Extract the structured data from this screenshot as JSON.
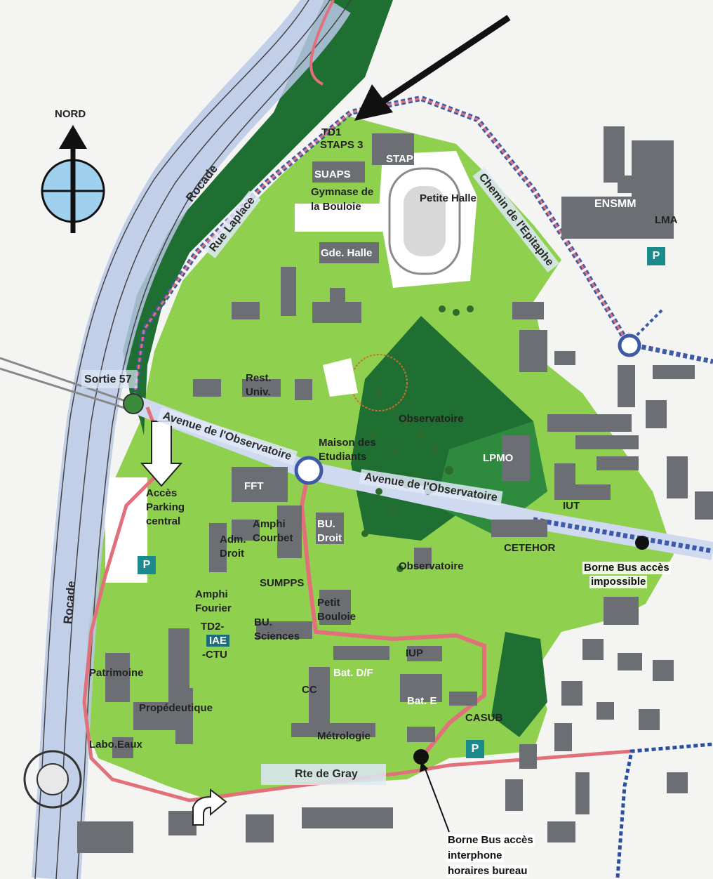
{
  "compass": {
    "label": "NORD"
  },
  "roads": {
    "rocade_top": "Rocade",
    "rocade_bottom": "Rocade",
    "rue_laplace": "Rue Laplace",
    "chemin_epitaphe": "Chemin de l'Epitaphe",
    "avenue_observatoire_1": "Avenue de l'Observatoire",
    "avenue_observatoire_2": "Avenue de l'Observatoire",
    "sortie": "Sortie 57",
    "rte_gray": "Rte de Gray"
  },
  "buildings": {
    "td1": "TD1",
    "staps3": "STAPS 3",
    "staps": "STAPS",
    "suaps": "SUAPS",
    "gymnase_1": "Gymnase de",
    "gymnase_2": "la Bouloie",
    "petite_halle": "Petite Halle",
    "ensmm": "ENSMM",
    "lma": "LMA",
    "gde_halle": "Gde. Halle",
    "rest_1": "Rest.",
    "rest_2": "Univ.",
    "maison_1": "Maison des",
    "maison_2": "Etudiants",
    "observatoire_top": "Observatoire",
    "lpmo": "LPMO",
    "fft": "FFT",
    "acces_1": "Accès",
    "acces_2": "Parking",
    "acces_3": "central",
    "adm_1": "Adm.",
    "adm_2": "Droit",
    "amphi_courbet_1": "Amphi",
    "amphi_courbet_2": "Courbet",
    "bu_droit_1": "BU.",
    "bu_droit_2": "Droit",
    "iut": "IUT",
    "cetehor": "CETEHOR",
    "observatoire_mid": "Observatoire",
    "sumpps": "SUMPPS",
    "amphi_fourier_1": "Amphi",
    "amphi_fourier_2": "Fourier",
    "td2": "TD2-",
    "iae": "IAE",
    "ctu": "-CTU",
    "bu_sciences_1": "BU.",
    "bu_sciences_2": "Sciences",
    "petit_bouloie_1": "Petit",
    "petit_bouloie_2": "Bouloie",
    "patrimoine": "Patrimoine",
    "iup": "IUP",
    "bat_df": "Bat. D/F",
    "cc": "CC",
    "bat_e": "Bat. E",
    "propedeutique": "Propédeutique",
    "casub": "CASUB",
    "labo_eaux": "Labo.Eaux",
    "metrologie": "Métrologie"
  },
  "parking": {
    "label": "P"
  },
  "bus_stops": {
    "east_1": "Borne Bus accès",
    "east_2": "impossible",
    "south_1": "Borne Bus accès",
    "south_2": "interphone",
    "south_3": "horaires bureau"
  },
  "colors": {
    "light_green": "#8fd14f",
    "dark_green": "#1f6e32",
    "mid_green": "#2e8b3e",
    "building": "#6b6f73",
    "road_red": "#e2707a",
    "plate_blue": "#dce6f5",
    "parking": "#1b8a8c",
    "bus_route": "#3d5aa8"
  }
}
